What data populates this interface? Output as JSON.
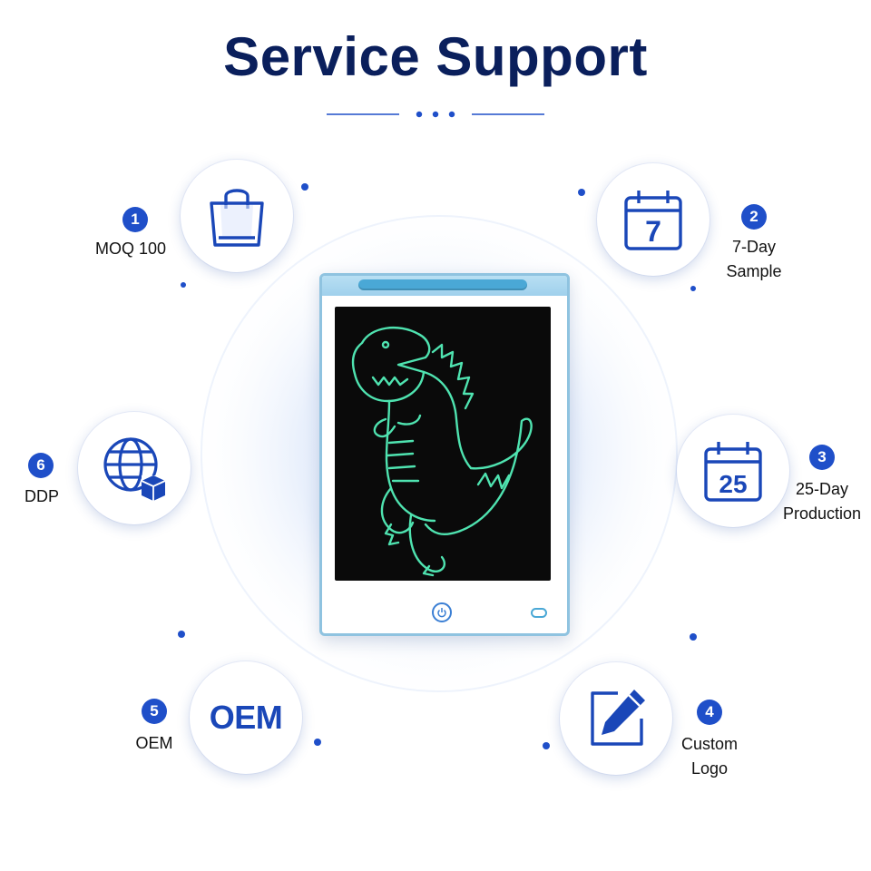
{
  "title": "Service Support",
  "accent_color": "#1f4fc9",
  "title_color": "#0a1f5c",
  "services": [
    {
      "number": "1",
      "label_lines": [
        "MOQ 100"
      ],
      "icon": "shopping-bag-icon"
    },
    {
      "number": "2",
      "label_lines": [
        "7-Day",
        "Sample"
      ],
      "icon": "calendar-icon",
      "icon_text": "7"
    },
    {
      "number": "3",
      "label_lines": [
        "25-Day",
        "Production"
      ],
      "icon": "calendar-icon",
      "icon_text": "25"
    },
    {
      "number": "4",
      "label_lines": [
        "Custom",
        "Logo"
      ],
      "icon": "edit-pen-icon"
    },
    {
      "number": "5",
      "label_lines": [
        "OEM"
      ],
      "icon": "oem-text-icon",
      "icon_text": "OEM"
    },
    {
      "number": "6",
      "label_lines": [
        "DDP"
      ],
      "icon": "globe-box-icon"
    }
  ],
  "product": {
    "icon": "lcd-writing-tablet",
    "drawing": "dinosaur-sketch",
    "frame_color": "#8fc3e0",
    "stroke_color": "#4fe3b0"
  }
}
